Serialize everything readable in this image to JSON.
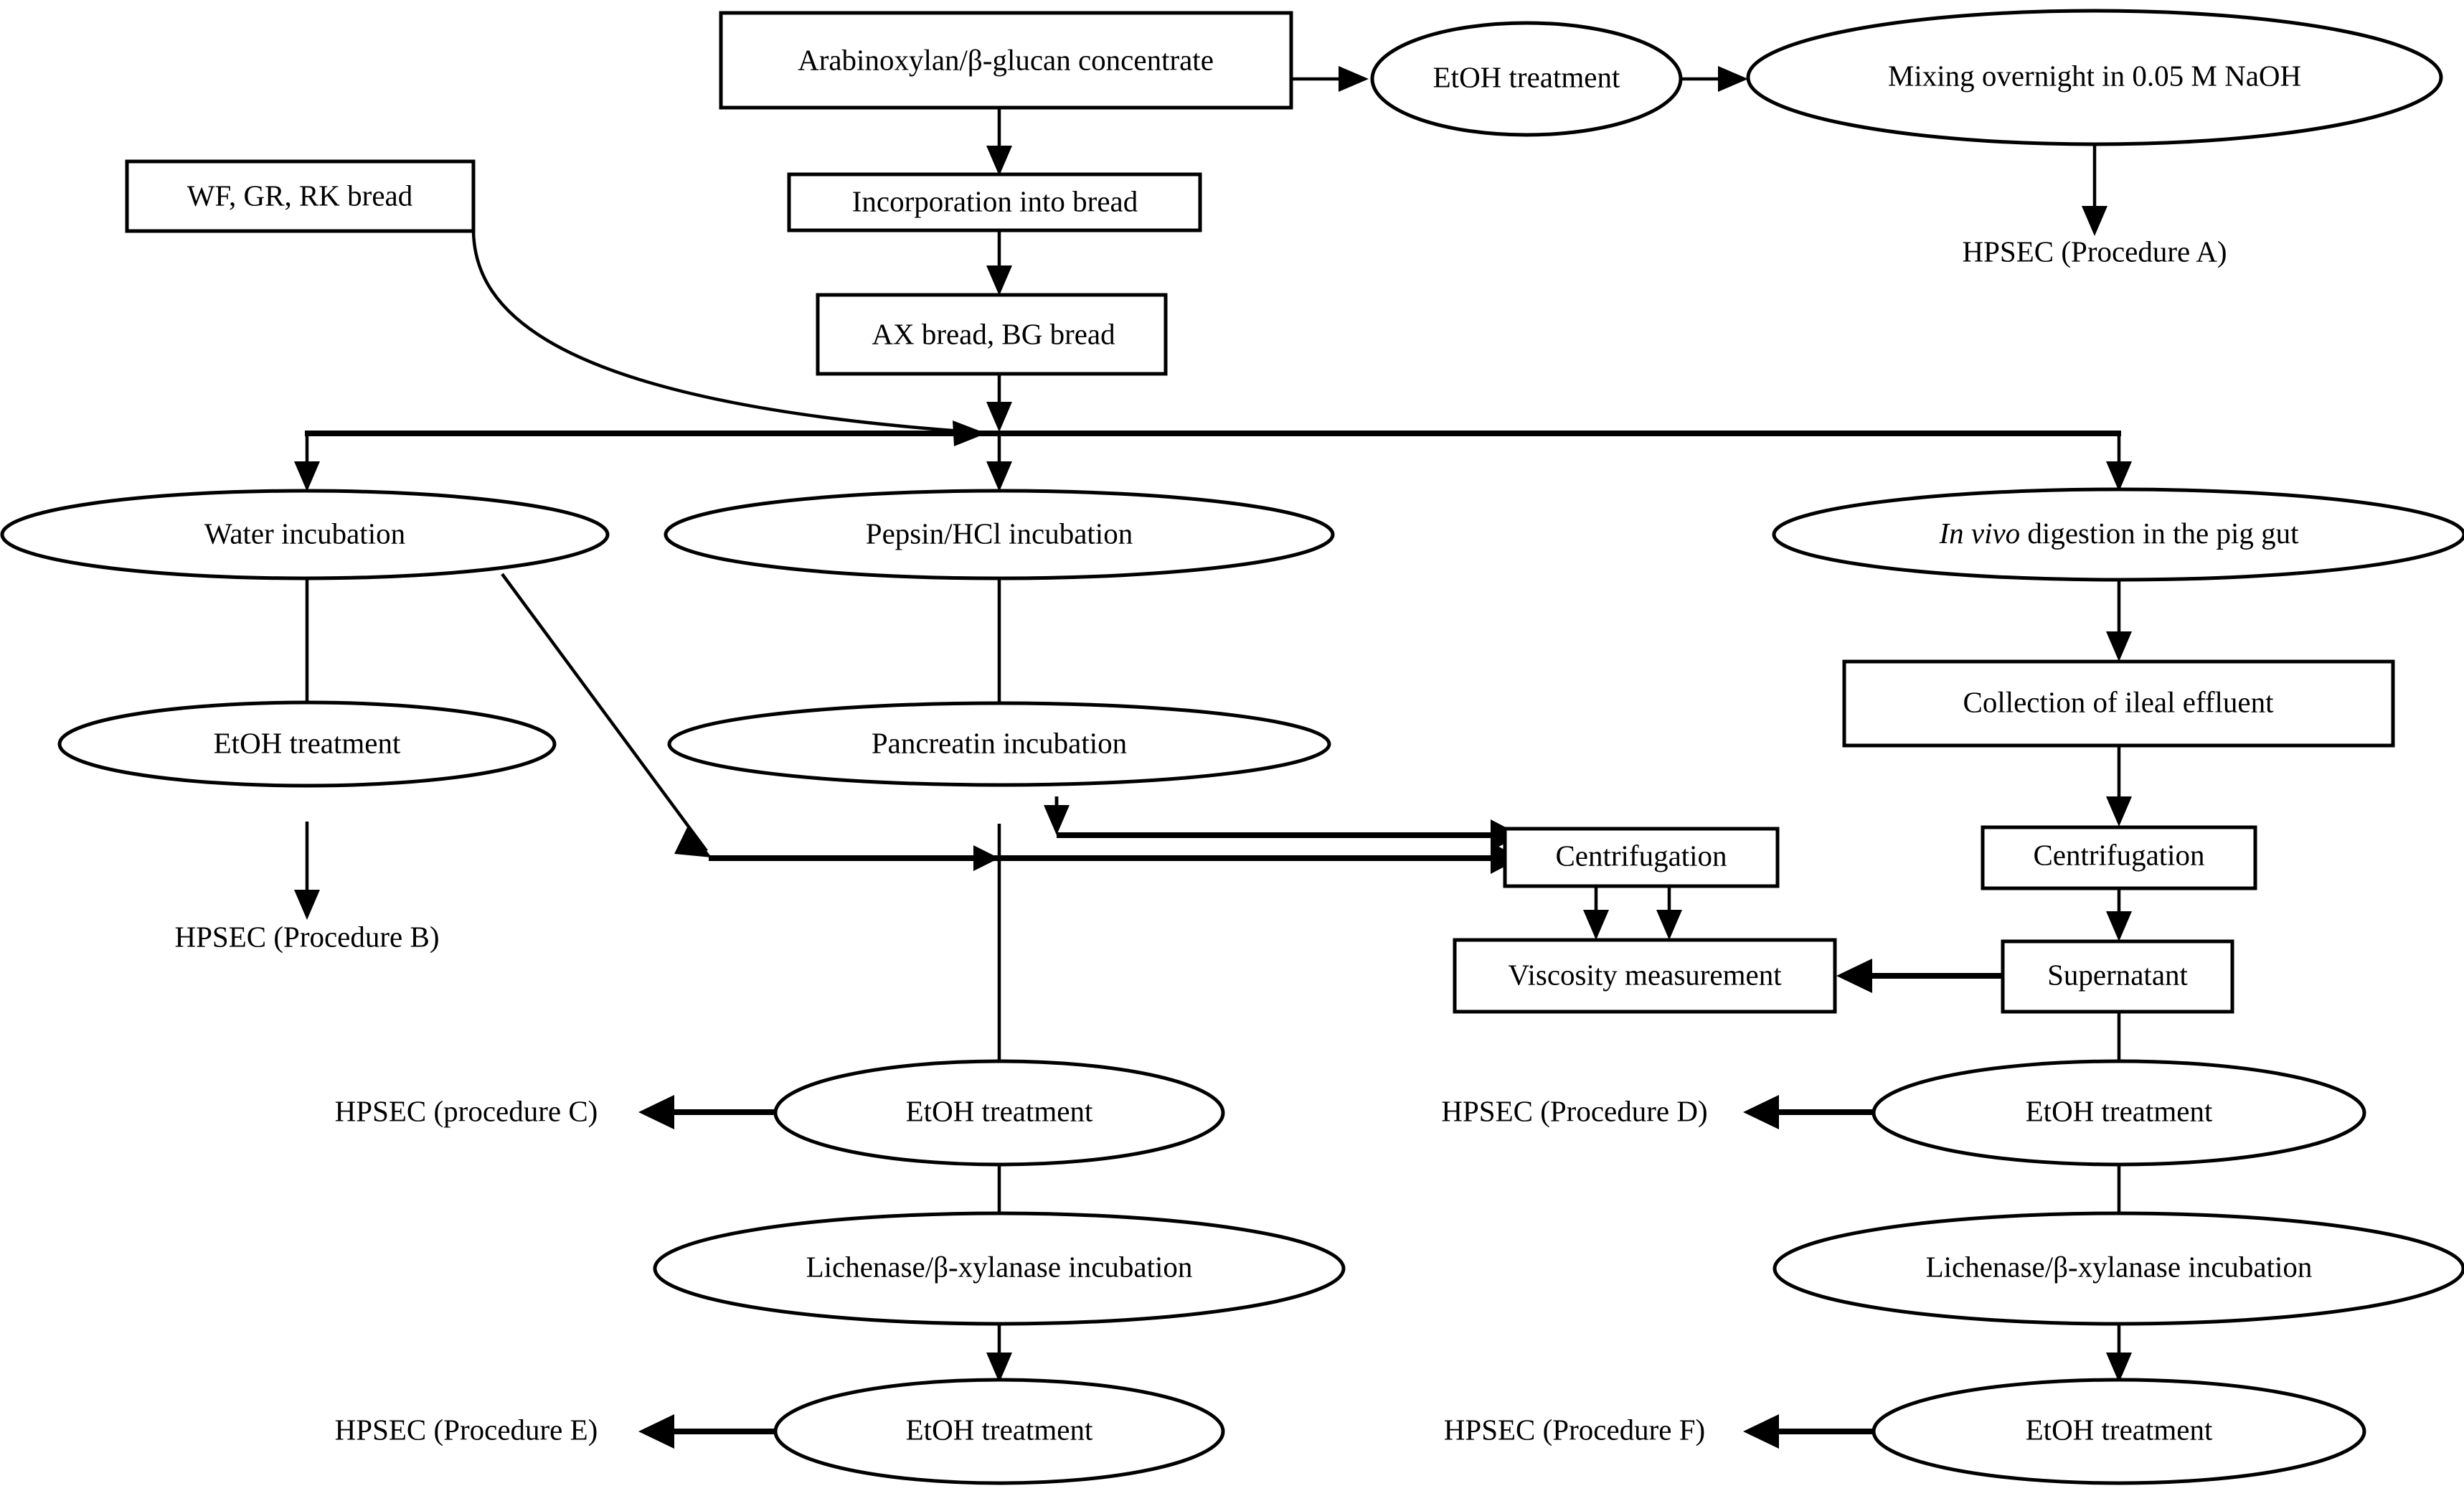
{
  "diagram": {
    "title": "Experimental flow diagram of arabinoxylan/beta-glucan bread digestion and HPSEC analysis",
    "background_color": "#ffffff",
    "line_color": "#000000",
    "node_fill": "#ffffff"
  },
  "nodes": {
    "concentrate": {
      "label": "Arabinoxylan/β-glucan  concentrate",
      "shape": "box"
    },
    "etoh_top": {
      "label": "EtOH treatment",
      "shape": "ellipse"
    },
    "mixing_naoh": {
      "label": "Mixing  overnight in 0.05 M NaOH",
      "shape": "ellipse"
    },
    "hpsec_a": {
      "label": "HPSEC (Procedure A)",
      "shape": "terminal-text"
    },
    "bread_types": {
      "label": "WF, GR, RK bread",
      "shape": "box"
    },
    "incorporation": {
      "label": "Incorporation into bread",
      "shape": "box"
    },
    "ax_bg_bread": {
      "label": "AX bread, BG bread",
      "shape": "box"
    },
    "water_incubation": {
      "label": "Water incubation",
      "shape": "ellipse"
    },
    "pepsin_incubation": {
      "label": "Pepsin/HCl incubation",
      "shape": "ellipse"
    },
    "in_vivo_digestion": {
      "label_italic": "In vivo",
      "label_rest": " digestion  in the pig  gut",
      "label": "In vivo digestion  in the pig  gut",
      "shape": "ellipse"
    },
    "etoh_left": {
      "label": "EtOH treatment",
      "shape": "ellipse"
    },
    "hpsec_b": {
      "label": "HPSEC (Procedure B)",
      "shape": "terminal-text"
    },
    "pancreatin_incubation": {
      "label": "Pancreatin incubation",
      "shape": "ellipse"
    },
    "collection_ileal": {
      "label": "Collection  of ileal effluent",
      "shape": "box"
    },
    "centrifugation_mid": {
      "label": "Centrifugation",
      "shape": "box"
    },
    "centrifugation_right": {
      "label": "Centrifugation",
      "shape": "box"
    },
    "viscosity": {
      "label": "Viscosity  measurement",
      "shape": "box"
    },
    "supernatant": {
      "label": "Supernatant",
      "shape": "box"
    },
    "etoh_mid_1": {
      "label": "EtOH treatment",
      "shape": "ellipse"
    },
    "hpsec_c": {
      "label": "HPSEC (procedure C)",
      "shape": "terminal-text"
    },
    "lichenase_mid": {
      "label": "Lichenase/β-xylanase  incubation",
      "shape": "ellipse"
    },
    "etoh_mid_2": {
      "label": "EtOH treatment",
      "shape": "ellipse"
    },
    "hpsec_e": {
      "label": "HPSEC (Procedure E)",
      "shape": "terminal-text"
    },
    "etoh_right_1": {
      "label": "EtOH treatment",
      "shape": "ellipse"
    },
    "hpsec_d": {
      "label": "HPSEC (Procedure D)",
      "shape": "terminal-text"
    },
    "lichenase_right": {
      "label": "Lichenase/β-xylanase  incubation",
      "shape": "ellipse"
    },
    "etoh_right_2": {
      "label": "EtOH treatment",
      "shape": "ellipse"
    },
    "hpsec_f": {
      "label": "HPSEC (Procedure F)",
      "shape": "terminal-text"
    }
  },
  "edges": [
    {
      "from": "concentrate",
      "to": "etoh_top",
      "style": "arrow-right"
    },
    {
      "from": "etoh_top",
      "to": "mixing_naoh",
      "style": "arrow-right"
    },
    {
      "from": "mixing_naoh",
      "to": "hpsec_a",
      "style": "arrow-down"
    },
    {
      "from": "concentrate",
      "to": "incorporation",
      "style": "arrow-down"
    },
    {
      "from": "incorporation",
      "to": "ax_bg_bread",
      "style": "arrow-down"
    },
    {
      "from": "ax_bg_bread",
      "to": "distribution-bus",
      "style": "arrow-down"
    },
    {
      "from": "bread_types",
      "to": "distribution-bus",
      "style": "curve"
    },
    {
      "from": "distribution-bus",
      "to": "water_incubation",
      "style": "arrow-down"
    },
    {
      "from": "distribution-bus",
      "to": "pepsin_incubation",
      "style": "arrow-down"
    },
    {
      "from": "distribution-bus",
      "to": "in_vivo_digestion",
      "style": "arrow-down"
    },
    {
      "from": "water_incubation",
      "to": "etoh_left",
      "style": "arrow-down"
    },
    {
      "from": "etoh_left",
      "to": "hpsec_b",
      "style": "arrow-down"
    },
    {
      "from": "water_incubation",
      "to": "centrifugation_mid",
      "style": "diagonal-then-right"
    },
    {
      "from": "pepsin_incubation",
      "to": "pancreatin_incubation",
      "style": "arrow-down"
    },
    {
      "from": "pancreatin_incubation",
      "to": "centrifugation_mid",
      "style": "down-then-right"
    },
    {
      "from": "pancreatin_incubation",
      "to": "etoh_mid_1",
      "style": "arrow-down"
    },
    {
      "from": "centrifugation_mid",
      "to": "viscosity",
      "style": "double-arrow-down"
    },
    {
      "from": "in_vivo_digestion",
      "to": "collection_ileal",
      "style": "arrow-down"
    },
    {
      "from": "collection_ileal",
      "to": "centrifugation_right",
      "style": "arrow-down"
    },
    {
      "from": "centrifugation_right",
      "to": "supernatant",
      "style": "arrow-down"
    },
    {
      "from": "supernatant",
      "to": "viscosity",
      "style": "arrow-left"
    },
    {
      "from": "supernatant",
      "to": "etoh_right_1",
      "style": "arrow-down"
    },
    {
      "from": "etoh_mid_1",
      "to": "hpsec_c",
      "style": "arrow-left"
    },
    {
      "from": "etoh_mid_1",
      "to": "lichenase_mid",
      "style": "arrow-down"
    },
    {
      "from": "lichenase_mid",
      "to": "etoh_mid_2",
      "style": "arrow-down"
    },
    {
      "from": "etoh_mid_2",
      "to": "hpsec_e",
      "style": "arrow-left"
    },
    {
      "from": "etoh_right_1",
      "to": "hpsec_d",
      "style": "arrow-left"
    },
    {
      "from": "etoh_right_1",
      "to": "lichenase_right",
      "style": "arrow-down"
    },
    {
      "from": "lichenase_right",
      "to": "etoh_right_2",
      "style": "arrow-down"
    },
    {
      "from": "etoh_right_2",
      "to": "hpsec_f",
      "style": "arrow-left"
    }
  ]
}
